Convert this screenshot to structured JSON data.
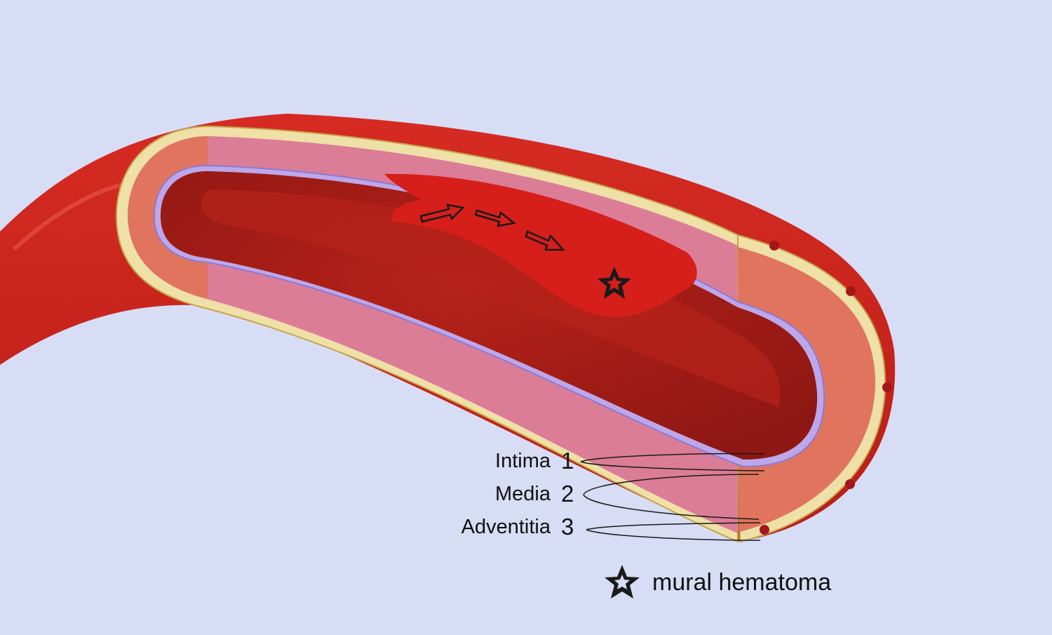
{
  "labels": [
    {
      "name": "Intima",
      "number": "1"
    },
    {
      "name": "Media",
      "number": "2"
    },
    {
      "name": "Adventitia",
      "number": "3"
    }
  ],
  "legend": {
    "icon": "star-icon",
    "text": "mural hematoma"
  },
  "colors": {
    "background": "#d8ddf6",
    "vessel_outer": "#c8261d",
    "adventitia": "#eee0a6",
    "media": "#dc7d98",
    "media_cut": "#e1745e",
    "intima": "#bda7ea",
    "lumen": "#9c1814",
    "lumen_core": "#b2201a",
    "hematoma": "#d61f1a"
  }
}
